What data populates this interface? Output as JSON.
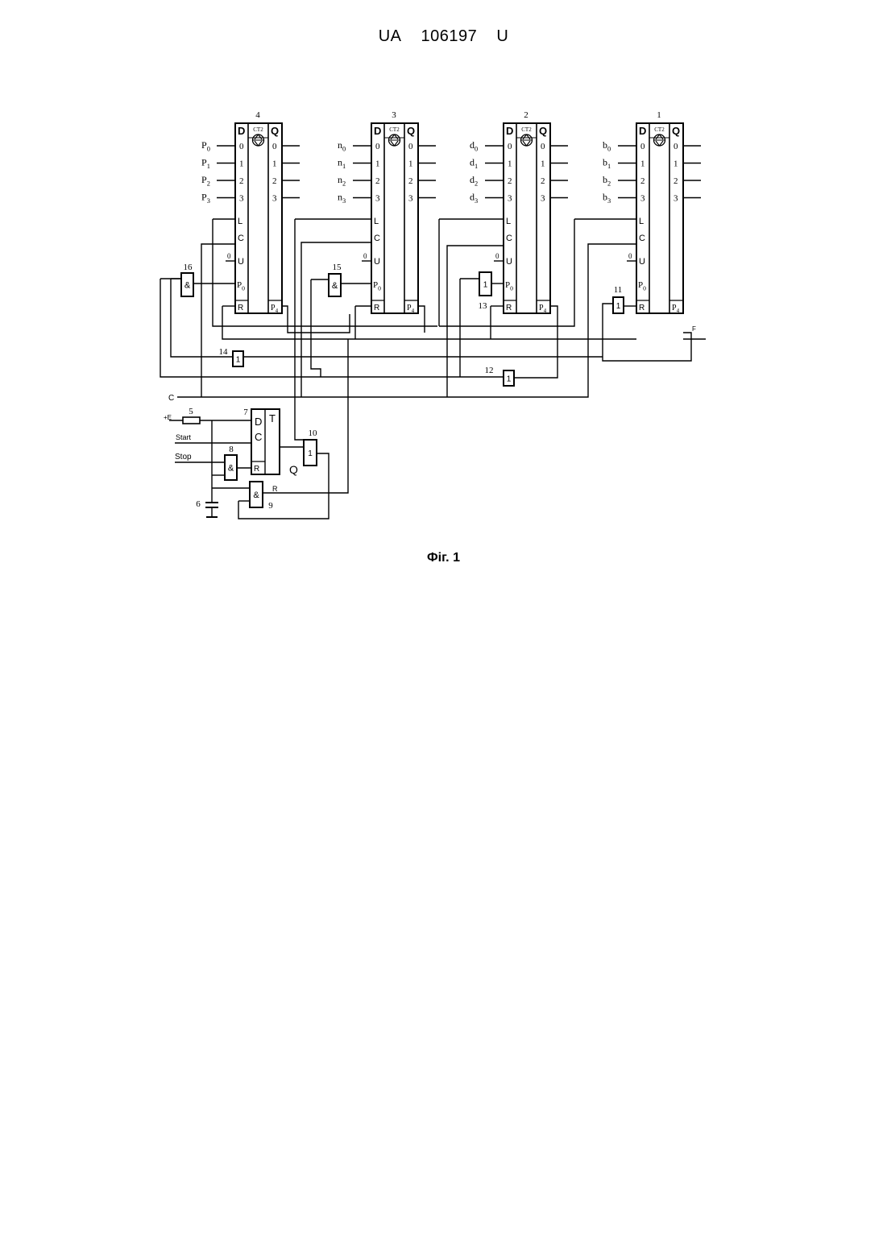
{
  "header": {
    "country": "UA",
    "number": "106197",
    "kind": "U"
  },
  "figure": {
    "caption": "Фiг. 1"
  },
  "counters": [
    {
      "number": "4",
      "title": "СТ2",
      "d_labels": [
        "P0",
        "P1",
        "P2",
        "P3"
      ]
    },
    {
      "number": "3",
      "title": "СТ2",
      "d_labels": [
        "n0",
        "n1",
        "n2",
        "n3"
      ]
    },
    {
      "number": "2",
      "title": "СТ2",
      "d_labels": [
        "d0",
        "d1",
        "d2",
        "d3"
      ]
    },
    {
      "number": "1",
      "title": "СТ2",
      "d_labels": [
        "b0",
        "b1",
        "b2",
        "b3"
      ]
    }
  ],
  "counter_pins": {
    "d_header": "D",
    "q_header": "Q",
    "indices": [
      "0",
      "1",
      "2",
      "3"
    ],
    "load": "L",
    "clock": "C",
    "updown": "U",
    "zero": "0",
    "carry_in": "P0",
    "reset": "R",
    "carry_out": "P4"
  },
  "gates": [
    {
      "number": "16",
      "symbol": "&"
    },
    {
      "number": "15",
      "symbol": "&"
    },
    {
      "number": "13",
      "symbol": "1"
    },
    {
      "number": "11",
      "symbol": "1"
    },
    {
      "number": "14",
      "symbol": "1"
    },
    {
      "number": "12",
      "symbol": "1"
    },
    {
      "number": "8",
      "symbol": "&"
    },
    {
      "number": "9",
      "symbol": "&"
    },
    {
      "number": "10",
      "symbol": "1"
    }
  ],
  "trigger": {
    "number": "7",
    "title": "T",
    "pins": [
      "D",
      "C",
      "R"
    ],
    "output": "Q"
  },
  "resistor": {
    "number": "5"
  },
  "capacitor": {
    "number": "6"
  },
  "signals": {
    "power": "+E",
    "start": "Start",
    "stop": "Stop",
    "clock_bus": "C",
    "output": "F",
    "reset_line": "R"
  }
}
